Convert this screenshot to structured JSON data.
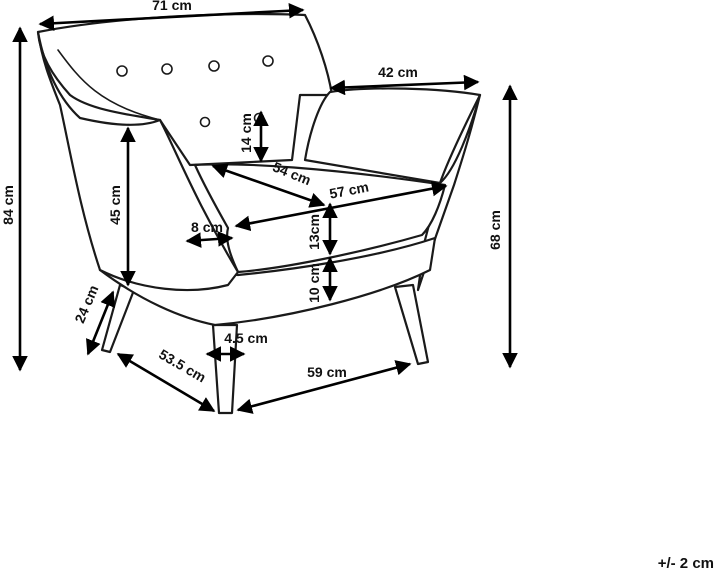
{
  "dimensions": {
    "overall_width": "71 cm",
    "overall_height": "84 cm",
    "arm_width": "42 cm",
    "armrest_height": "68 cm",
    "backrest_height": "14 cm",
    "seat_depth": "54 cm",
    "seat_width": "57 cm",
    "seat_height": "45 cm",
    "arm_thickness": "8 cm",
    "cushion_thickness": "13cm",
    "base_thickness": "10 cm",
    "leg_height": "24 cm",
    "leg_thickness": "4.5 cm",
    "depth": "53.5 cm",
    "base_width": "59 cm"
  },
  "tolerance": "+/- 2 cm"
}
